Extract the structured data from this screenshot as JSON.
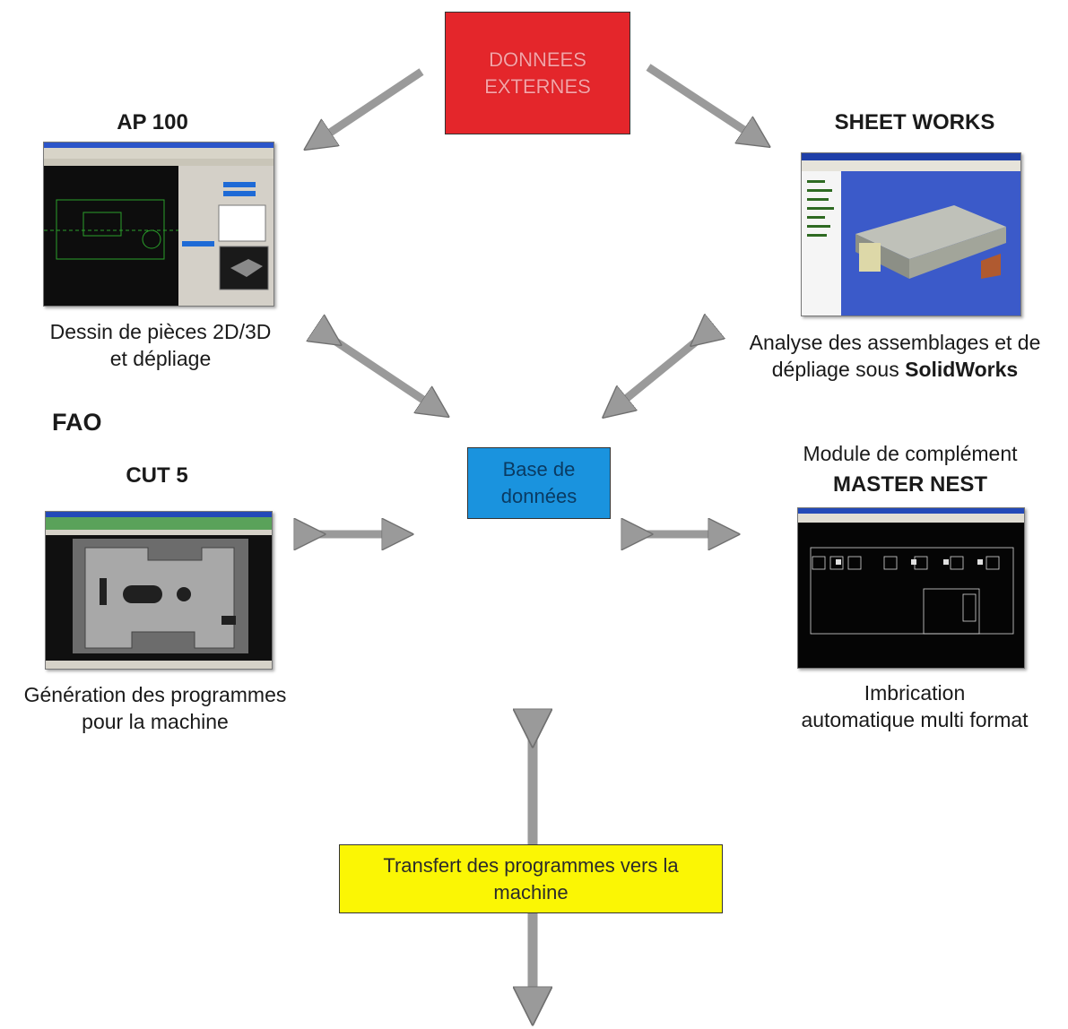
{
  "external_data": {
    "line1": "DONNEES",
    "line2": "EXTERNES"
  },
  "database": {
    "line1": "Base de",
    "line2": "données"
  },
  "transfer": {
    "line1": "Transfert des programmes vers la",
    "line2": "machine"
  },
  "fao_label": "FAO",
  "ap100": {
    "title": "AP 100",
    "line1": "Dessin de pièces 2D/3D",
    "line2": "et  dépliage"
  },
  "sheetworks": {
    "title": "SHEET WORKS",
    "line1": "Analyse  des assemblages et de",
    "line2_prefix": "dépliage sous ",
    "line2_bold": "SolidWorks"
  },
  "cut5": {
    "title": "CUT 5",
    "line1": "Génération des programmes",
    "line2": "pour la machine"
  },
  "masternest": {
    "pre_title": "Module de complément",
    "title": "MASTER NEST",
    "line1": "Imbrication",
    "line2": "automatique multi format"
  },
  "colors": {
    "red_box": "#e4262b",
    "blue_box": "#1a93de",
    "yellow_box": "#fbf604",
    "arrow": "#9a9a9a"
  }
}
